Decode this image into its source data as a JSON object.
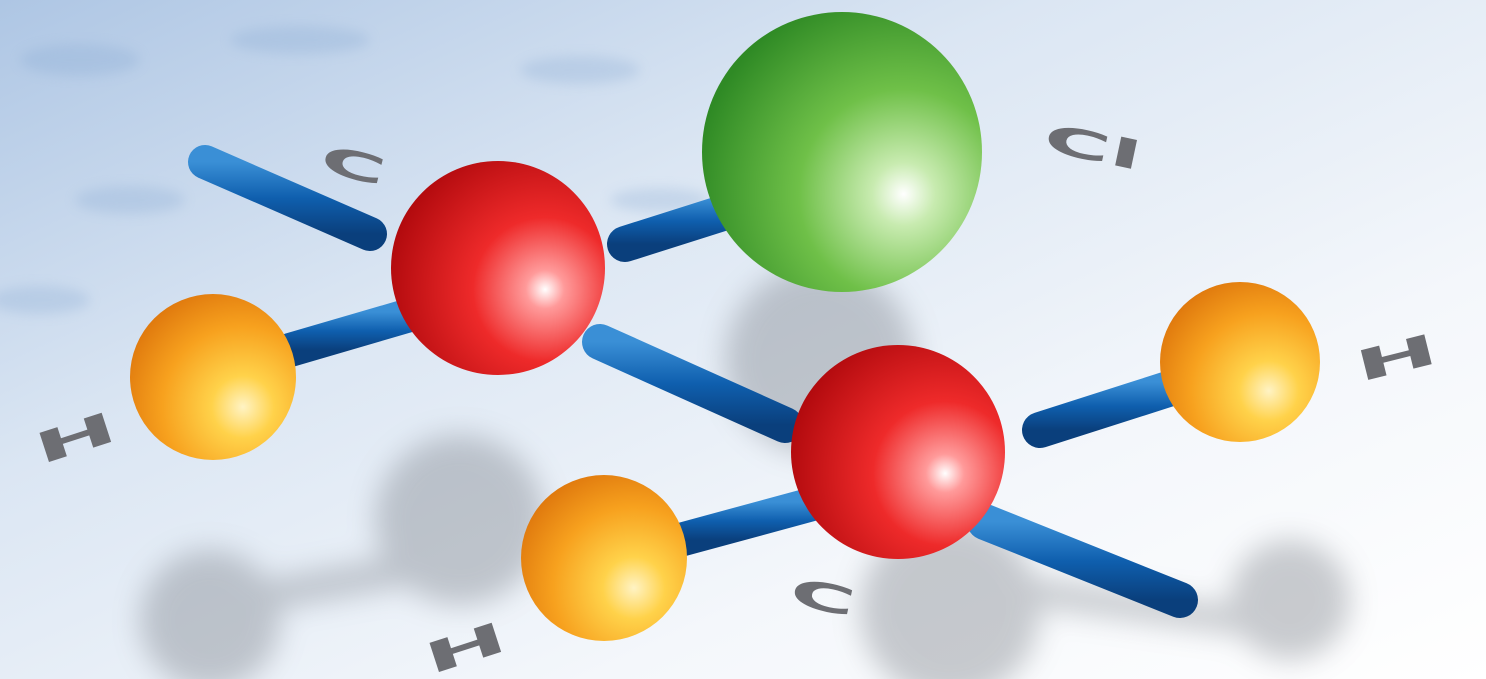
{
  "molecule": {
    "atoms": [
      {
        "id": "c1",
        "element": "carbon",
        "color": "#e0201f"
      },
      {
        "id": "c2",
        "element": "carbon",
        "color": "#e0201f"
      },
      {
        "id": "cl",
        "element": "chlorine",
        "color": "#5fb83d"
      },
      {
        "id": "h1",
        "element": "hydrogen",
        "color": "#f6a623"
      },
      {
        "id": "h2",
        "element": "hydrogen",
        "color": "#f6a623"
      },
      {
        "id": "h3",
        "element": "hydrogen",
        "color": "#f6a623"
      }
    ],
    "bond_color": "#1267b5"
  },
  "labels": {
    "c_top": "C",
    "cl": "Cl",
    "h_left": "H",
    "h_right": "H",
    "c_bottom": "C",
    "h_bottom": "H"
  }
}
